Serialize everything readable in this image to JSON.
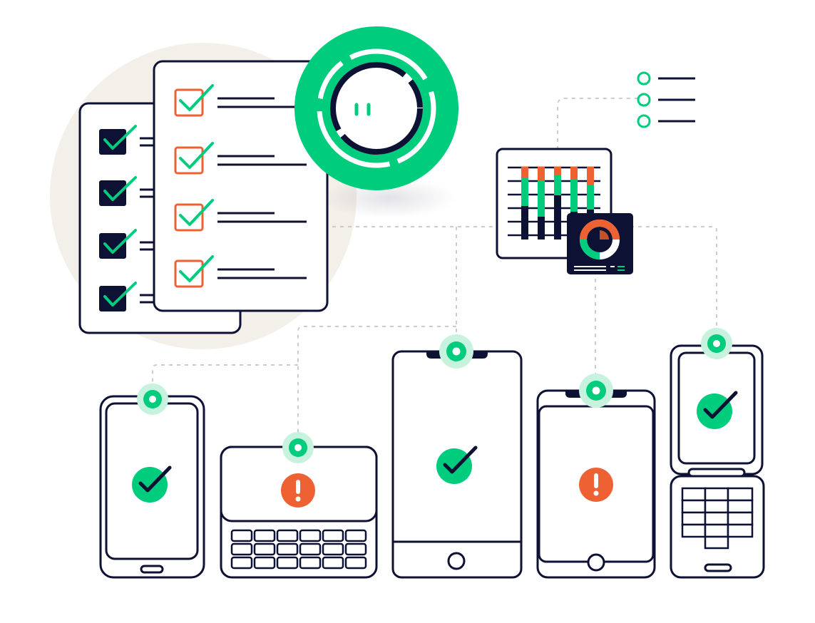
{
  "palette": {
    "navy": "#0d1235",
    "green": "#00cc7d",
    "green_light": "#c6f2de",
    "orange": "#ee6132",
    "beige": "#f3f0e9",
    "white": "#ffffff",
    "dash": "#c9cdd3"
  },
  "illustration": {
    "checklist_back": {
      "items": 4,
      "item_icon": "checkbox-checked-icon"
    },
    "checklist_front": {
      "items": 4,
      "item_icon": "checkbox-checked-icon"
    },
    "robot_badge": {
      "icon": "robot-face-icon"
    },
    "legend": {
      "items": 3,
      "icon": "circle-bullet-icon"
    },
    "bar_chart": {
      "bars": 5,
      "segments": [
        "navy",
        "green",
        "orange"
      ]
    },
    "donut_chart": {
      "segments": [
        "orange",
        "green",
        "white"
      ]
    },
    "devices": [
      {
        "kind": "smartphone",
        "status": "pass",
        "status_icon": "check-circle-icon"
      },
      {
        "kind": "keyboard-phone",
        "status": "warning",
        "status_icon": "warning-circle-icon"
      },
      {
        "kind": "tablet",
        "status": "pass",
        "status_icon": "check-circle-icon"
      },
      {
        "kind": "tablet-small",
        "status": "warning",
        "status_icon": "warning-circle-icon"
      },
      {
        "kind": "flip-phone",
        "status": "pass",
        "status_icon": "check-circle-icon"
      }
    ]
  }
}
